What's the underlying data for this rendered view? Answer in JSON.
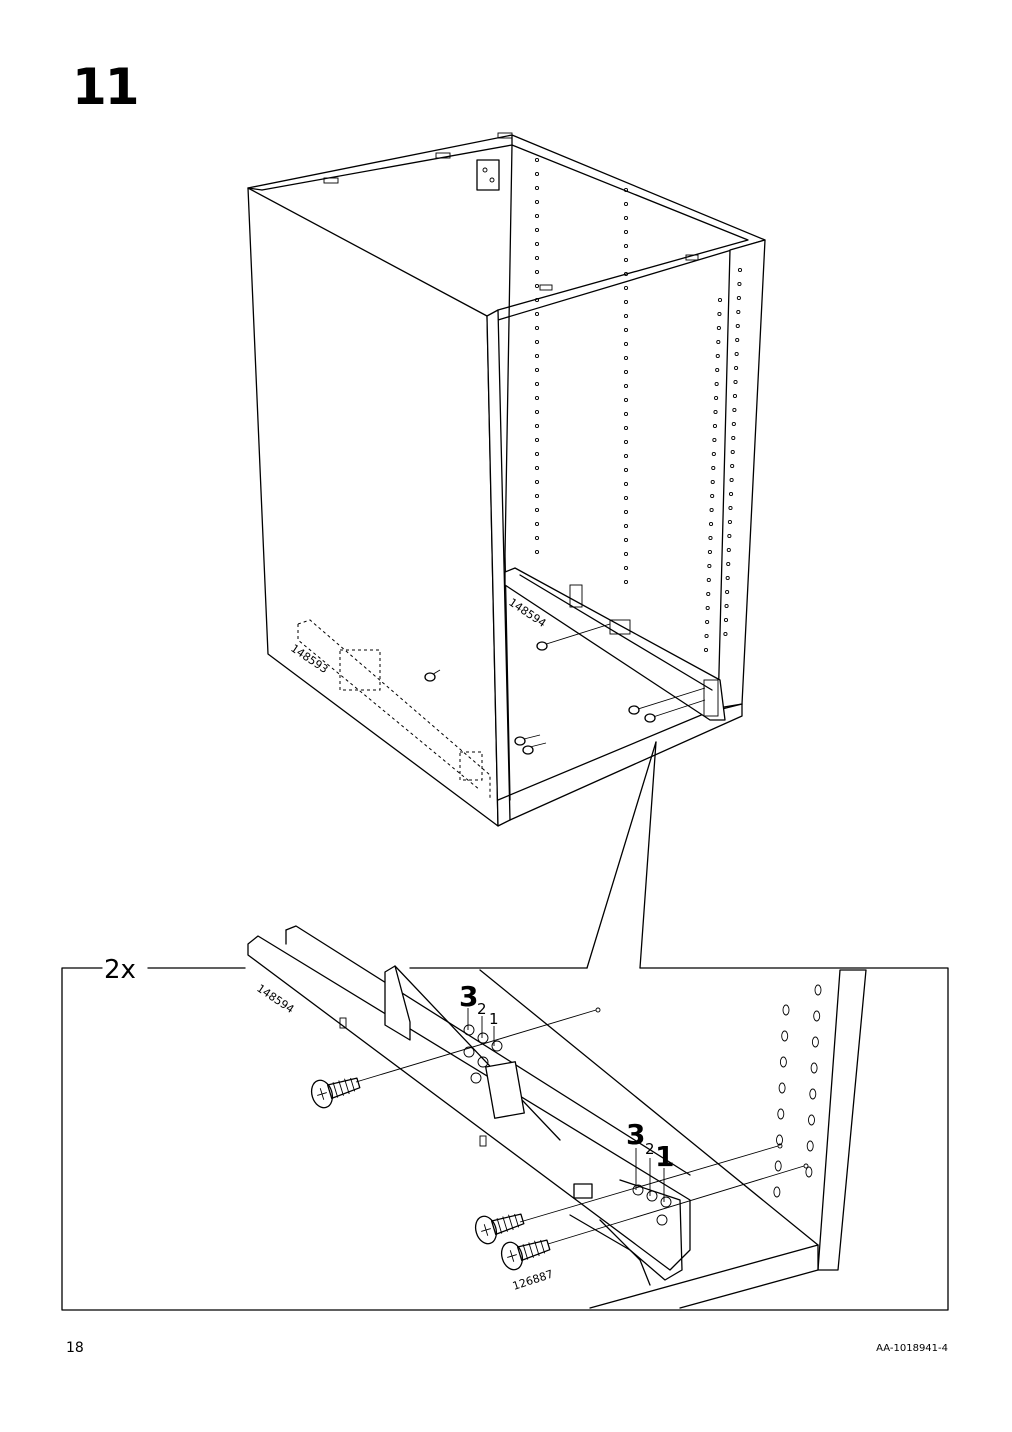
{
  "step": {
    "number": "11"
  },
  "footer": {
    "page_number": "18",
    "document_code": "AA-1018941-4"
  },
  "parts": {
    "rail_left": "148593",
    "rail_right": "148594",
    "screw": "126887"
  },
  "detail": {
    "quantity": "2x",
    "rail_label": "148594",
    "screw_label": "126887",
    "positions_front": {
      "p3": "3",
      "p2": "2",
      "p1": "1"
    },
    "positions_back": {
      "p3": "3",
      "p2": "2",
      "p1": "1"
    }
  }
}
